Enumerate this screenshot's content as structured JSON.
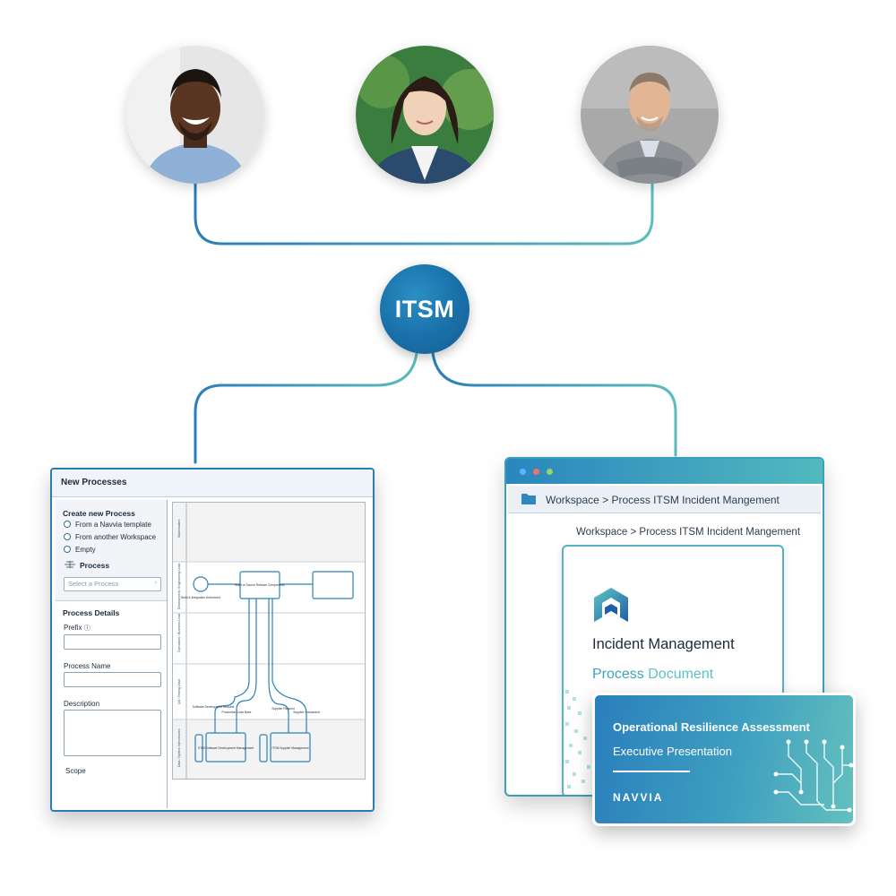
{
  "hub": {
    "label": "ITSM"
  },
  "colors": {
    "accent_blue": "#1a6fa8",
    "accent_teal": "#52b9bf",
    "connector": "#2a8fb8"
  },
  "avatars": [
    {
      "name": "avatar-person-1"
    },
    {
      "name": "avatar-person-2"
    },
    {
      "name": "avatar-person-3"
    }
  ],
  "left_window": {
    "title": "New Processes",
    "create_heading": "Create new Process",
    "options": [
      "From a Navvia template",
      "From another Workspace",
      "Empty"
    ],
    "process_label": "Process",
    "select_placeholder": "Select a Process",
    "select_chevron": "›",
    "details_heading": "Process Details",
    "prefix_label": "Prefix",
    "prefix_info": "ⓘ",
    "process_name_label": "Process Name",
    "description_label": "Description",
    "scope_label": "Scope",
    "diagram": {
      "lanes": [
        "Stakeholders",
        "Development / Engineering Lead",
        "Operations / Business Lead",
        "QA / Testing Lead",
        "Data / System Interviewees"
      ],
      "start_label": "Build & Integration Authorized",
      "task_label": "Build or Source Release Components",
      "inputs": [
        "Software Development Request",
        "Production Code Base",
        "Supplier Request",
        "Supplier Onboarded"
      ],
      "subprocesses": [
        "ITSM Software Development Management",
        "ITSM Supplier Management"
      ]
    }
  },
  "right_window": {
    "address": "Workspace > Process ITSM Incident Mangement",
    "breadcrumb": "Workspace > Process ITSM Incident Mangement",
    "doc_title": "Incident Management",
    "doc_subtitle_1": "Process",
    "doc_subtitle_2": "Document"
  },
  "card": {
    "title": "Operational Resilience Assessment",
    "subtitle": "Executive Presentation",
    "brand": "NAVVIA"
  }
}
